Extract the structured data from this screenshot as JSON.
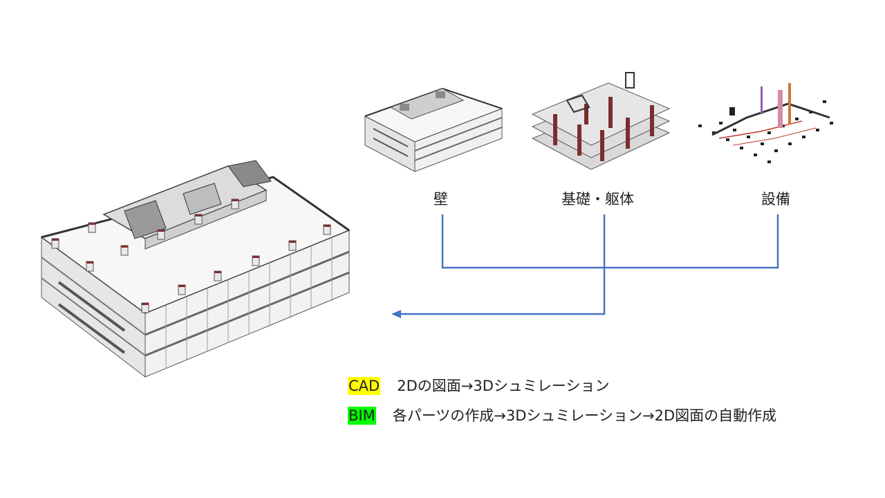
{
  "components": [
    {
      "label": "壁",
      "icon": "wall-model"
    },
    {
      "label": "基礎・躯体",
      "icon": "structure-model"
    },
    {
      "label": "設備",
      "icon": "equipment-model"
    }
  ],
  "legend": [
    {
      "tag": "CAD",
      "color": "#ffff00",
      "text": "2Dの図面→3Dシュミレーション"
    },
    {
      "tag": "BIM",
      "color": "#00ff00",
      "text": "各パーツの作成→3Dシュミレーション→2D図面の自動作成"
    }
  ],
  "colors": {
    "connector": "#4472c4",
    "column": "#7a2e2e",
    "pipe": "#c0392b"
  }
}
